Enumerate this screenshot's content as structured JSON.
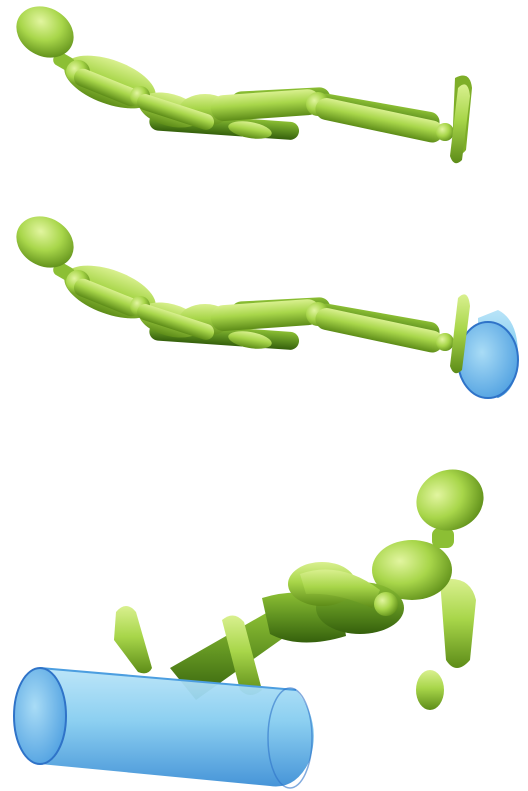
{
  "figure": {
    "panels": [
      {
        "id": "a",
        "subject": "wooden-mannequin-lying-supine",
        "support": "none"
      },
      {
        "id": "b",
        "subject": "wooden-mannequin-lying-supine",
        "support": "bolster-under-heels"
      },
      {
        "id": "c",
        "subject": "wooden-mannequin-lying-supine-perspective",
        "support": "bolster-under-knees"
      }
    ]
  },
  "colors": {
    "body": "#a8d64a",
    "body_light": "#cde97c",
    "body_dark": "#6a9a1e",
    "body_shadow": "#3f6b10",
    "bolster": "#7ec8ef",
    "bolster_light": "#b5e2f7",
    "bolster_dark": "#2f73c8",
    "background": "#ffffff"
  }
}
